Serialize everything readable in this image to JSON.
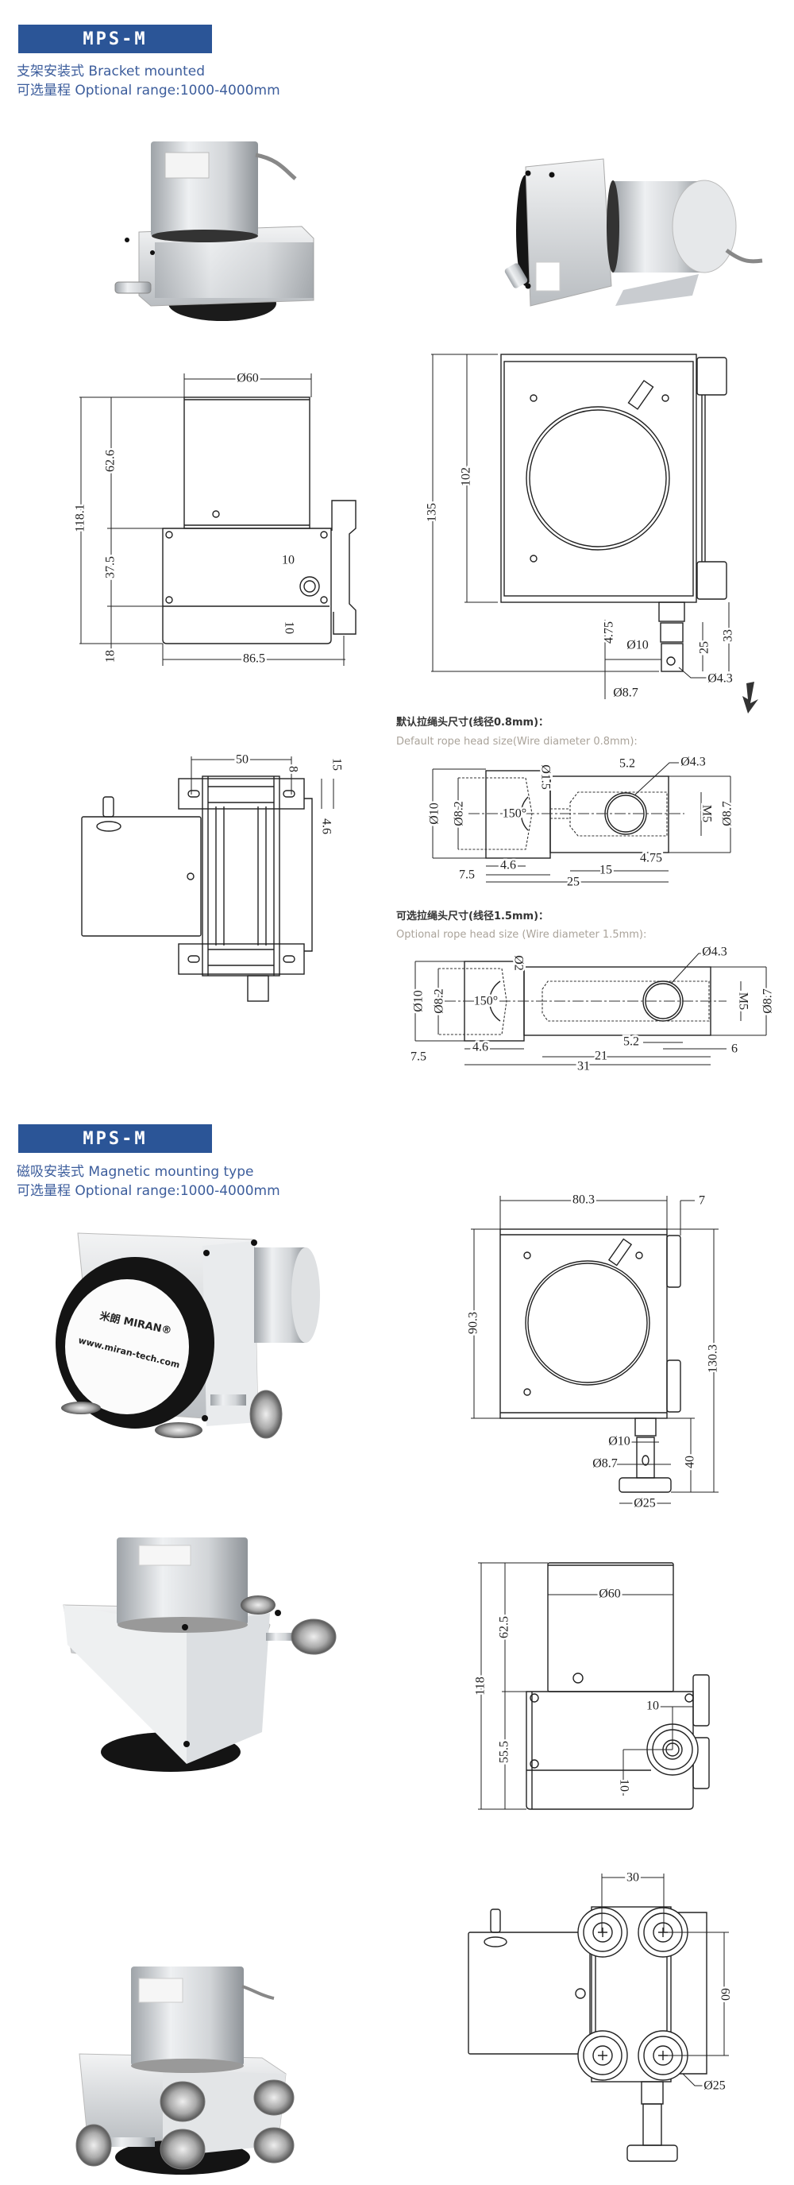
{
  "sections": [
    {
      "model": "MPS-M",
      "mount_type": "支架安装式 Bracket mounted",
      "range": "可选量程 Optional range:1000-4000mm"
    },
    {
      "model": "MPS-M",
      "mount_type": "磁吸安装式 Magnetic mounting type",
      "range": "可选量程 Optional range:1000-4000mm"
    }
  ],
  "rope_heads": {
    "default": {
      "title": "默认拉绳头尺寸(线径0.8mm)：",
      "subtitle": "Default rope head size(Wire diameter 0.8mm):",
      "dims": [
        "Ø10",
        "Ø8.2",
        "150°",
        "Ø1.5",
        "5.2",
        "Ø4.3",
        "M5",
        "Ø8.7",
        "4.6",
        "7.5",
        "15",
        "4.75",
        "25"
      ]
    },
    "optional": {
      "title": "可选拉绳头尺寸(线径1.5mm)：",
      "subtitle": "Optional rope head size (Wire diameter 1.5mm):",
      "dims": [
        "Ø10",
        "Ø8.2",
        "150°",
        "Ø2",
        "Ø4.3",
        "M5",
        "Ø8.7",
        "4.6",
        "7.5",
        "5.2",
        "6",
        "21",
        "31"
      ]
    }
  },
  "drawings": {
    "bracket_front": [
      "Ø60",
      "118.1",
      "62.6",
      "37.5",
      "18",
      "86.5",
      "10",
      "10"
    ],
    "bracket_side": [
      "135",
      "102",
      "33",
      "25",
      "4.75",
      "Ø10",
      "Ø8.7",
      "Ø4.3"
    ],
    "bracket_bottom": [
      "50",
      "8",
      "15",
      "4.6"
    ],
    "magnet_top": [
      "80.3",
      "7",
      "90.3",
      "130.3",
      "40",
      "Ø10",
      "Ø8.7",
      "Ø25"
    ],
    "magnet_side": [
      "118",
      "62.5",
      "55.5",
      "Ø60",
      "10",
      "10"
    ],
    "magnet_bottom": [
      "30",
      "60",
      "Ø25"
    ]
  },
  "photo_logo": {
    "brand": "米朗 MIRAN®",
    "website": "www.miran-tech.com"
  }
}
